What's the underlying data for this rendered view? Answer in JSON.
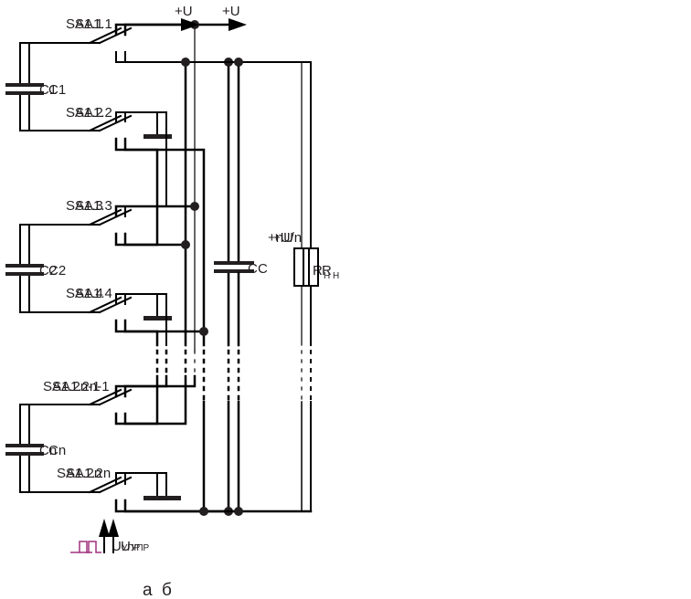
{
  "diagram": {
    "title": "Capacitor switching circuits: voltage multiplier (a) and divider (b)",
    "colors": {
      "wire": "#000000",
      "text": "#231f20",
      "pulse": "#a0307f"
    },
    "panels": [
      {
        "id": "a",
        "caption": "а",
        "output_label": "+U",
        "load_voltage_label": "+nU",
        "load_label_main": "R",
        "load_label_sub": "H",
        "filter_cap_label": "C",
        "control_label_main": "U",
        "control_label_sub": "УПР",
        "capacitors": [
          "C1",
          "C2",
          "Cn"
        ],
        "switches": [
          "SA1.1",
          "SA1.2",
          "SA1.3",
          "SA1.4",
          "SA1.2n-1",
          "SA1.2n"
        ]
      },
      {
        "id": "b",
        "caption": "б",
        "output_label": "+U",
        "load_voltage_label": "+U/n",
        "load_label_main": "R",
        "load_label_sub": "H",
        "filter_cap_label": "C",
        "control_label_main": "U",
        "control_label_sub": "УПР",
        "capacitors": [
          "C1",
          "C2",
          "Cn"
        ],
        "switches": [
          "SA1.1",
          "SA1.2",
          "SA1.3",
          "SA1.4",
          "SA1.2n-1",
          "SA1.2n"
        ]
      }
    ]
  }
}
